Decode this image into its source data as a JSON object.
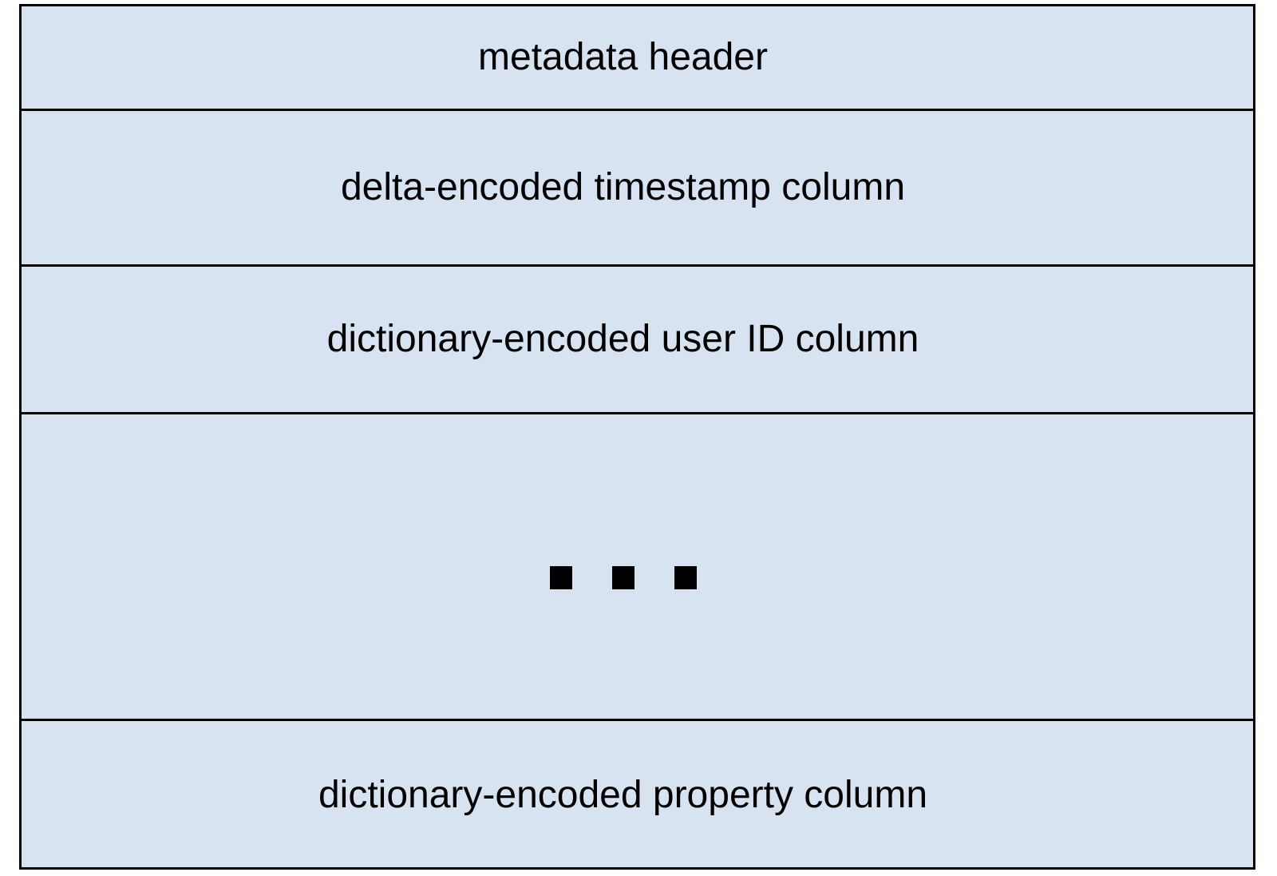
{
  "diagram": {
    "type": "stacked-block-diagram",
    "fill_color": "#d7e3f1",
    "border_color": "#000000",
    "text_color": "#000000",
    "rows": [
      {
        "id": "metadata-header",
        "label": "metadata header"
      },
      {
        "id": "timestamp-column",
        "label": "delta-encoded timestamp column"
      },
      {
        "id": "user-id-column",
        "label": "dictionary-encoded user ID column"
      },
      {
        "id": "ellipsis-row",
        "label": "",
        "ellipsis_square_count": 3
      },
      {
        "id": "property-column",
        "label": "dictionary-encoded property column"
      }
    ]
  }
}
